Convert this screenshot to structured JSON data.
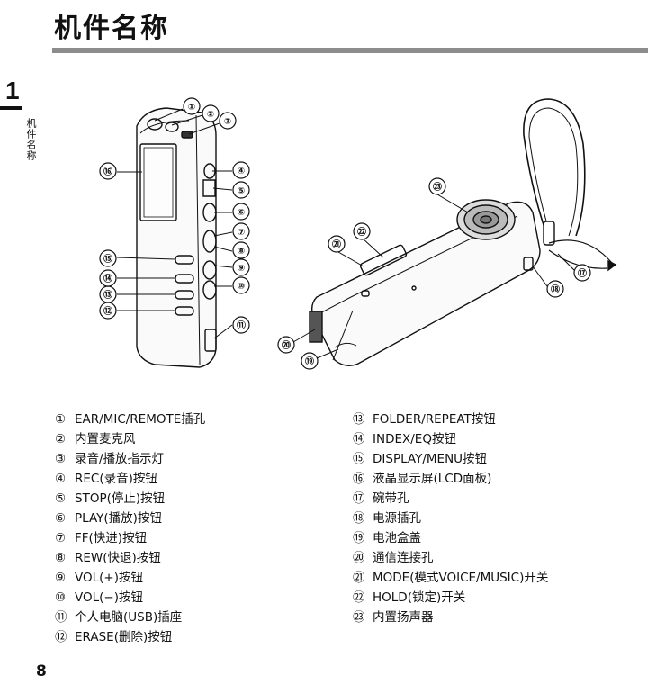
{
  "page": {
    "title": "机件名称",
    "chapter_number": "1",
    "side_label": "机件名称",
    "page_number": "8"
  },
  "callouts": [
    "①",
    "②",
    "③",
    "④",
    "⑤",
    "⑥",
    "⑦",
    "⑧",
    "⑨",
    "⑩",
    "⑪",
    "⑫",
    "⑬",
    "⑭",
    "⑮",
    "⑯",
    "⑰",
    "⑱",
    "⑲",
    "⑳",
    "㉑",
    "㉒",
    "㉓"
  ],
  "parts_left": [
    {
      "num": "①",
      "label": "EAR/MIC/REMOTE插孔"
    },
    {
      "num": "②",
      "label": "内置麦克风"
    },
    {
      "num": "③",
      "label": "录音/播放指示灯"
    },
    {
      "num": "④",
      "label": "REC(录音)按钮"
    },
    {
      "num": "⑤",
      "label": "STOP(停止)按钮"
    },
    {
      "num": "⑥",
      "label": "PLAY(播放)按钮"
    },
    {
      "num": "⑦",
      "label": "FF(快进)按钮"
    },
    {
      "num": "⑧",
      "label": "REW(快退)按钮"
    },
    {
      "num": "⑨",
      "label": "VOL(+)按钮"
    },
    {
      "num": "⑩",
      "label": "VOL(−)按钮"
    },
    {
      "num": "⑪",
      "label": "个人电脑(USB)插座"
    },
    {
      "num": "⑫",
      "label": "ERASE(删除)按钮"
    }
  ],
  "parts_right": [
    {
      "num": "⑬",
      "label": "FOLDER/REPEAT按钮"
    },
    {
      "num": "⑭",
      "label": "INDEX/EQ按钮"
    },
    {
      "num": "⑮",
      "label": "DISPLAY/MENU按钮"
    },
    {
      "num": "⑯",
      "label": "液晶显示屏(LCD面板)"
    },
    {
      "num": "⑰",
      "label": "碗带孔"
    },
    {
      "num": "⑱",
      "label": "电源插孔"
    },
    {
      "num": "⑲",
      "label": "电池盒盖"
    },
    {
      "num": "⑳",
      "label": "通信连接孔"
    },
    {
      "num": "㉑",
      "label": "MODE(模式VOICE/MUSIC)开关"
    },
    {
      "num": "㉒",
      "label": "HOLD(锁定)开关"
    },
    {
      "num": "㉓",
      "label": "内置扬声器"
    }
  ]
}
